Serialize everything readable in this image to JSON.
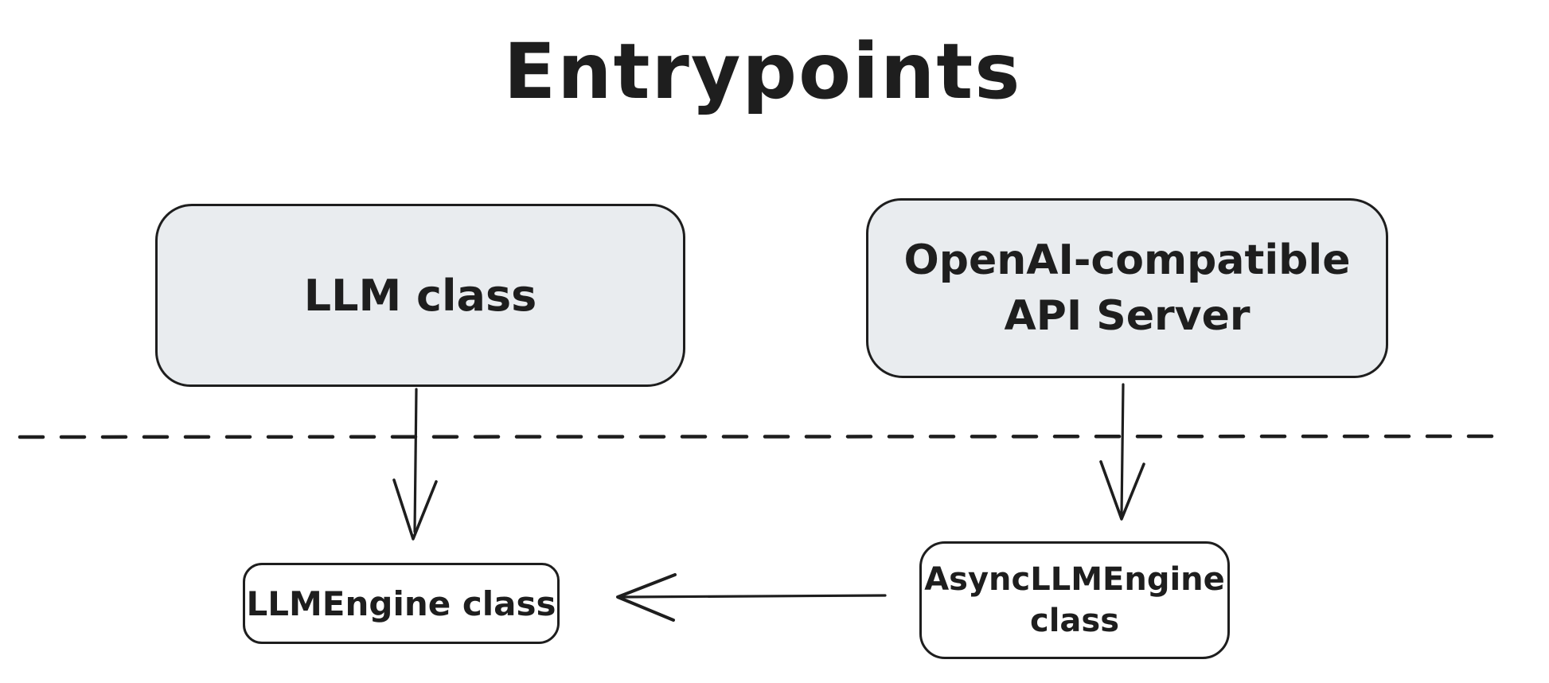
{
  "title": "Entrypoints",
  "nodes": {
    "llm": {
      "label": "LLM class"
    },
    "api_server": {
      "label": "OpenAI-compatible\nAPI Server"
    },
    "llm_engine": {
      "label": "LLMEngine class"
    },
    "async_llm_engine": {
      "label": "AsyncLLMEngine\nclass"
    }
  },
  "edges": [
    {
      "from": "LLM class",
      "to": "LLMEngine class",
      "direction": "down"
    },
    {
      "from": "OpenAI-compatible API Server",
      "to": "AsyncLLMEngine class",
      "direction": "down"
    },
    {
      "from": "AsyncLLMEngine class",
      "to": "LLMEngine class",
      "direction": "left"
    }
  ],
  "divider": {
    "style": "dashed-horizontal"
  },
  "colors": {
    "stroke": "#1e1e1e",
    "entry_box_fill": "#e9ecef",
    "engine_box_fill": "#ffffff",
    "background": "#ffffff"
  }
}
